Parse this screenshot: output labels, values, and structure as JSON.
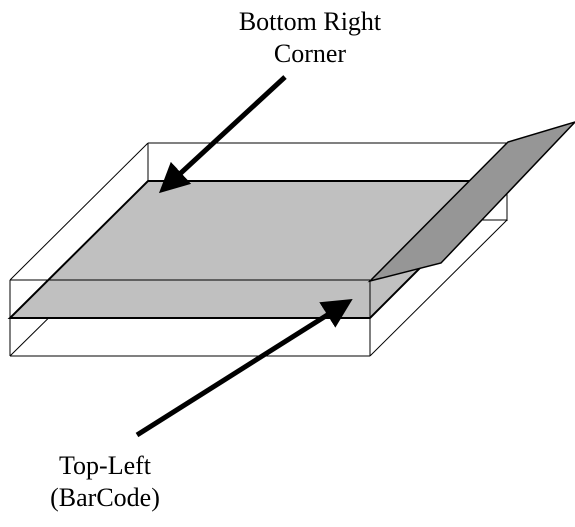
{
  "labels": {
    "corner": {
      "line1": "Bottom Right",
      "line2": "Corner"
    },
    "barcode": {
      "line1": "Top-Left",
      "line2": "(BarCode)"
    }
  },
  "colors": {
    "plate_fill": "#c0c0c0",
    "flap_fill": "#969696",
    "stroke": "#000000",
    "background": "#ffffff"
  }
}
